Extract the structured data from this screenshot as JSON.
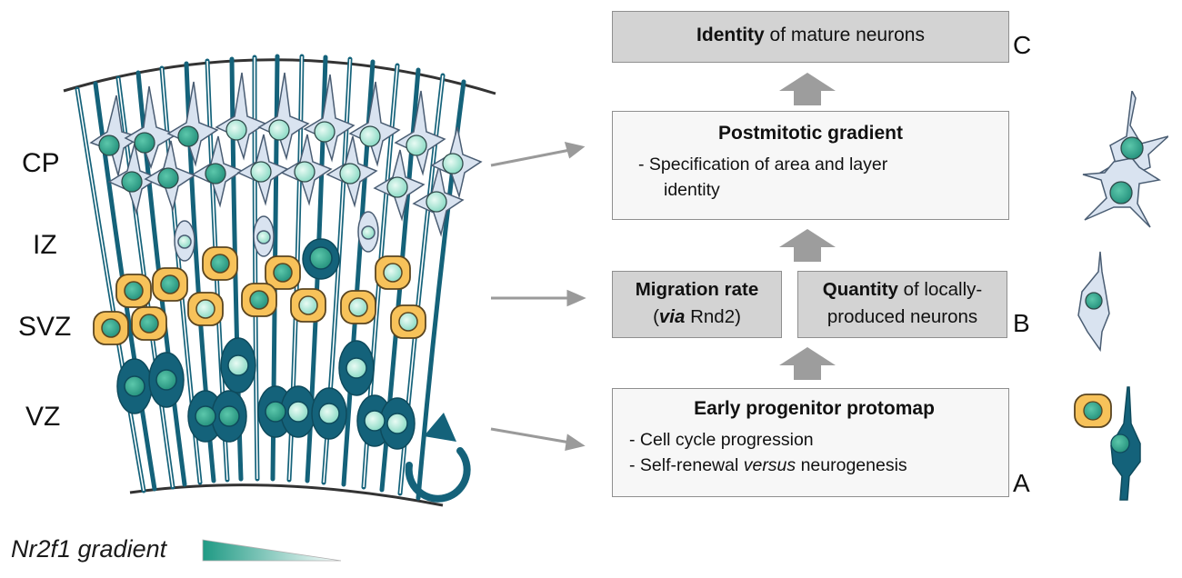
{
  "tissue": {
    "zones": [
      "CP",
      "IZ",
      "SVZ",
      "VZ"
    ]
  },
  "legend": {
    "label": "Nr2f1 gradient",
    "colors": {
      "dark": "#1f9a84",
      "light": "#ffffff"
    }
  },
  "flow": {
    "top_box": {
      "title_bold": "Identity",
      "title_rest": " of mature neurons",
      "letter": "C"
    },
    "postmitotic_box": {
      "title": "Postmitotic gradient",
      "line1": "- Specification of area and layer",
      "line2": "identity"
    },
    "migration_box": {
      "title": "Migration rate",
      "sub_open": "(",
      "sub_bold_italic": "via",
      "sub_rest": " Rnd2)"
    },
    "quantity_box": {
      "title_bold": "Quantity",
      "title_rest": " of locally-",
      "line2": "produced neurons",
      "letter": "B"
    },
    "progenitor_box": {
      "title": "Early progenitor protomap",
      "line1": "- Cell cycle progression",
      "line2_pre": "- Self-renewal ",
      "line2_italic": "versus",
      "line2_post": " neurogenesis",
      "letter": "A"
    }
  },
  "colors": {
    "radial_glia": "#14627a",
    "intermediate_progenitor": "#f7c25a",
    "neuron": "#d9e3f0",
    "nucleus_dark": "#2c9b86",
    "nucleus_light": "#b7ebdd",
    "box_gray": "#d3d3d3",
    "arrow_gray": "#9a9a9a"
  }
}
